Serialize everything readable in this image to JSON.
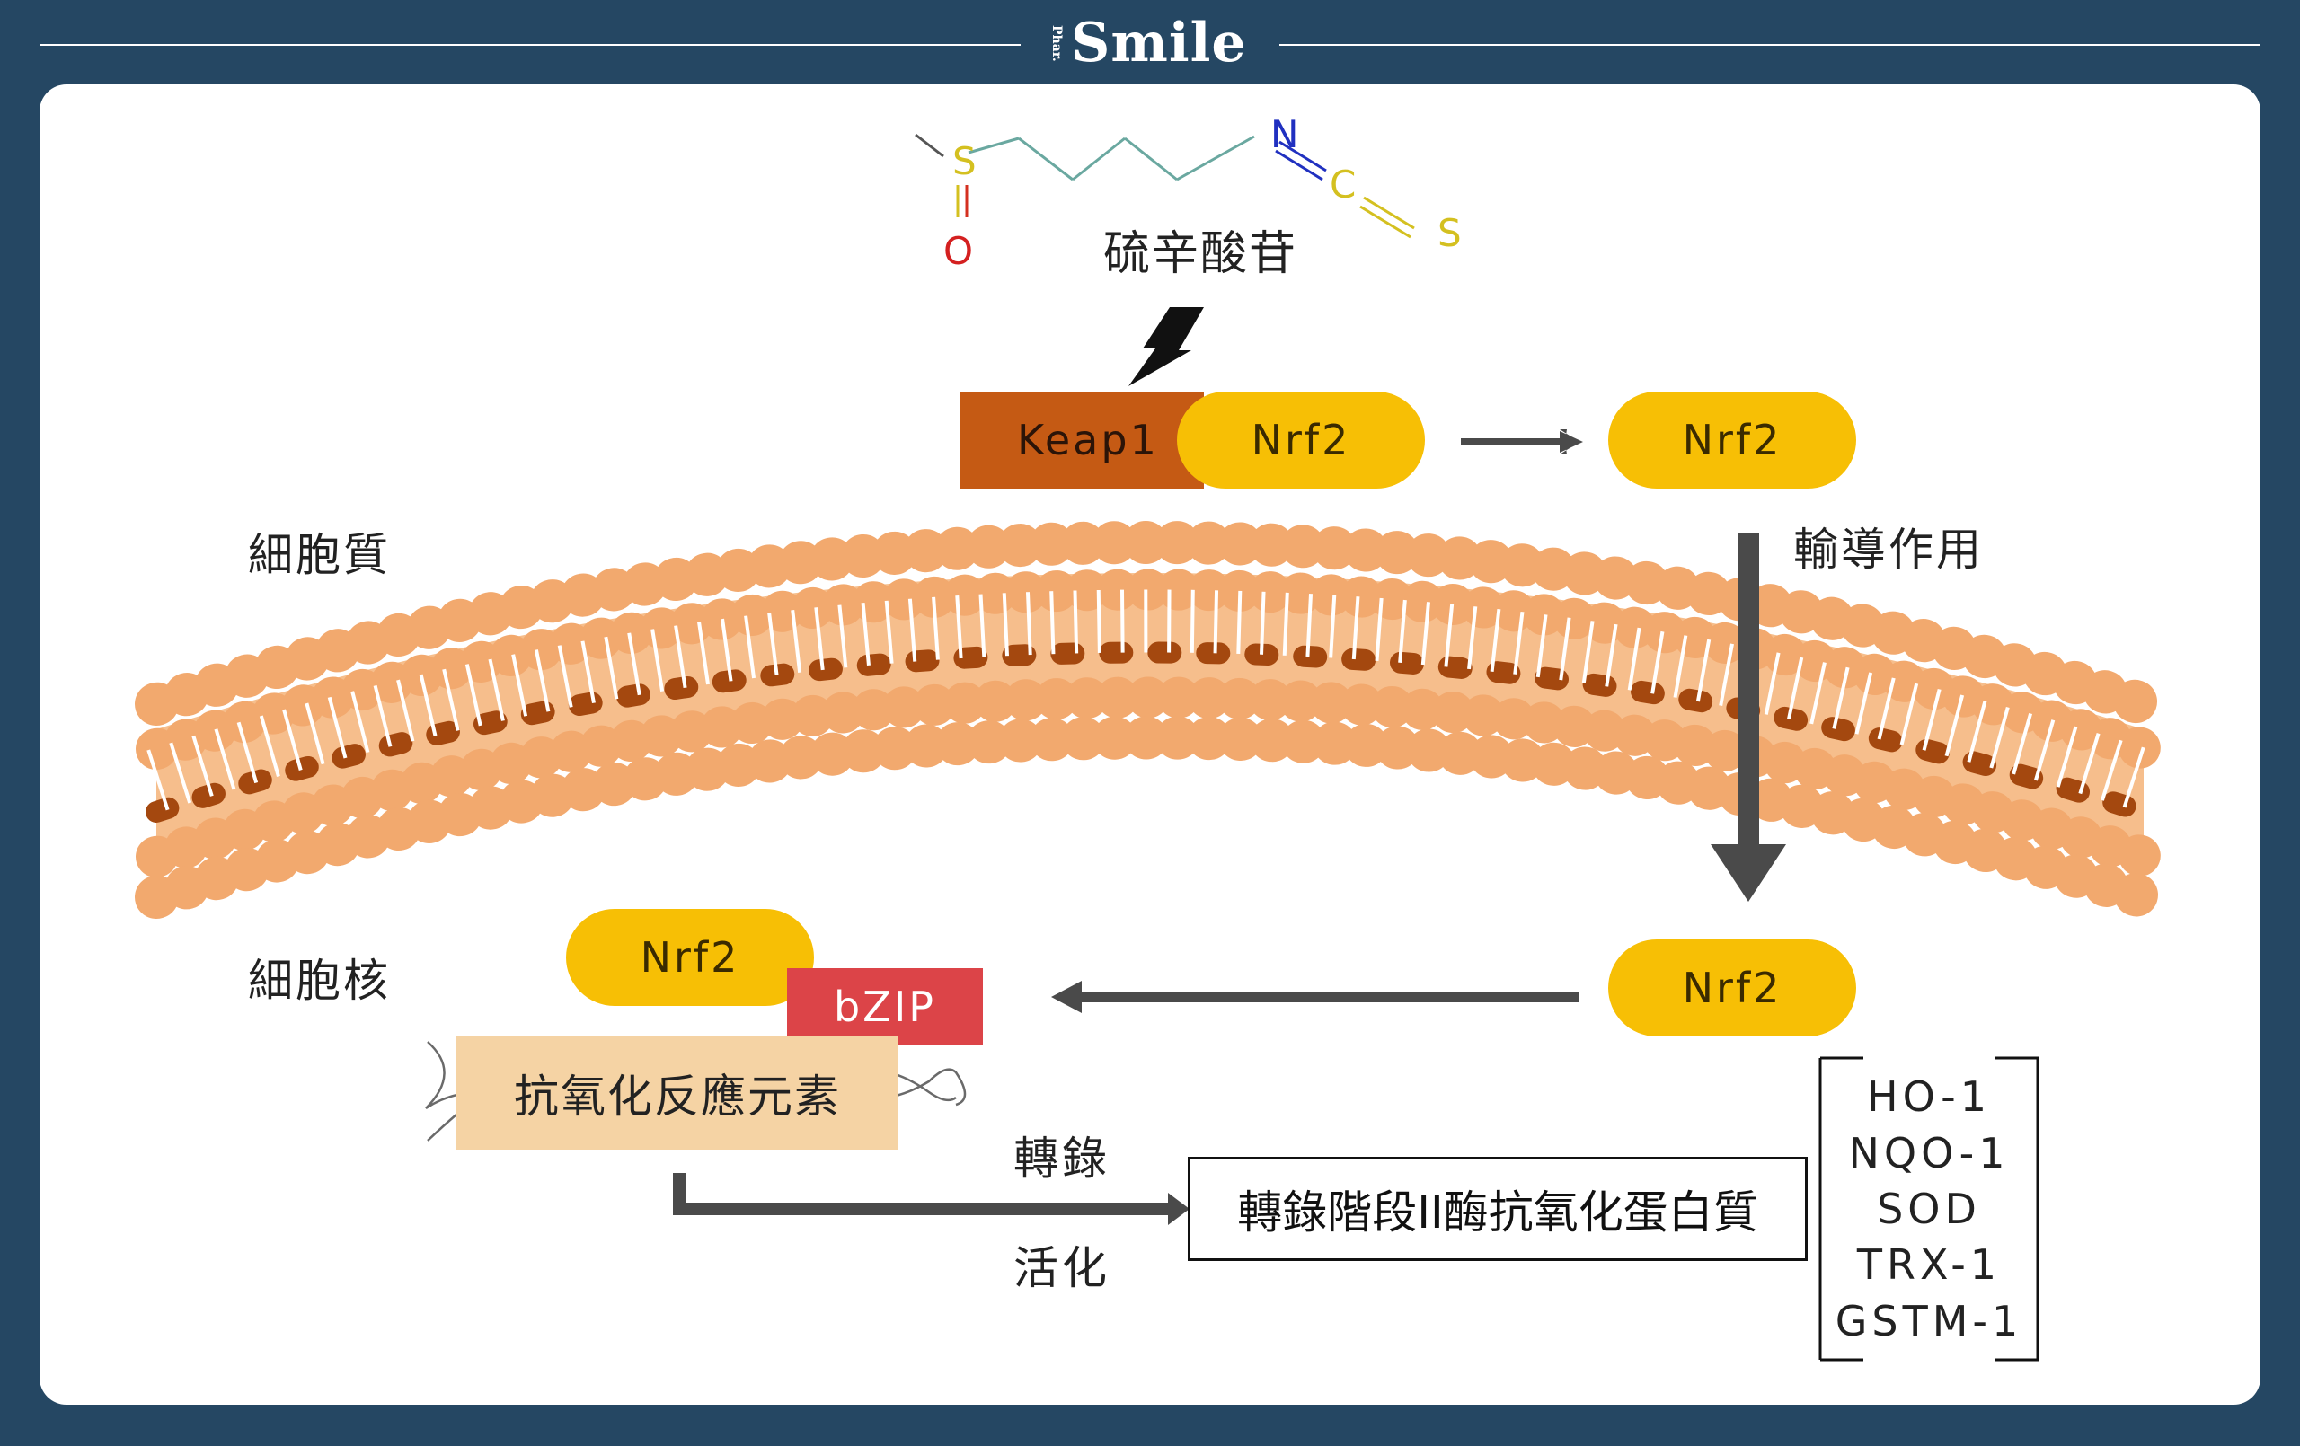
{
  "header": {
    "brand_prefix": "Phar.",
    "brand_name": "Smile"
  },
  "molecule": {
    "atoms": {
      "s1": "S",
      "o": "O",
      "n": "N",
      "c": "C",
      "s2": "S"
    },
    "name": "硫辛酸苷"
  },
  "complex": {
    "keap1": "Keap1",
    "nrf2": "Nrf2"
  },
  "free_nrf2": "Nrf2",
  "translocation_label": "輸導作用",
  "cytoplasm_label": "細胞質",
  "nucleus_label": "細胞核",
  "nuclear_nrf2": "Nrf2",
  "bound_nrf2": "Nrf2",
  "bzip": "bZIP",
  "are": "抗氧化反應元素",
  "transcription": {
    "label_top": "轉錄",
    "label_bottom": "活化"
  },
  "product_box": "轉錄階段II酶抗氧化蛋白質",
  "enzymes": [
    "HO-1",
    "NQO-1",
    "SOD",
    "TRX-1",
    "GSTM-1"
  ],
  "colors": {
    "background": "#254763",
    "nrf2": "#f7bf05",
    "keap1": "#c55a14",
    "bzip": "#dc4448",
    "are": "#f5d3a4",
    "membrane": "#f2a96e",
    "arrow": "#4a4a4a"
  }
}
